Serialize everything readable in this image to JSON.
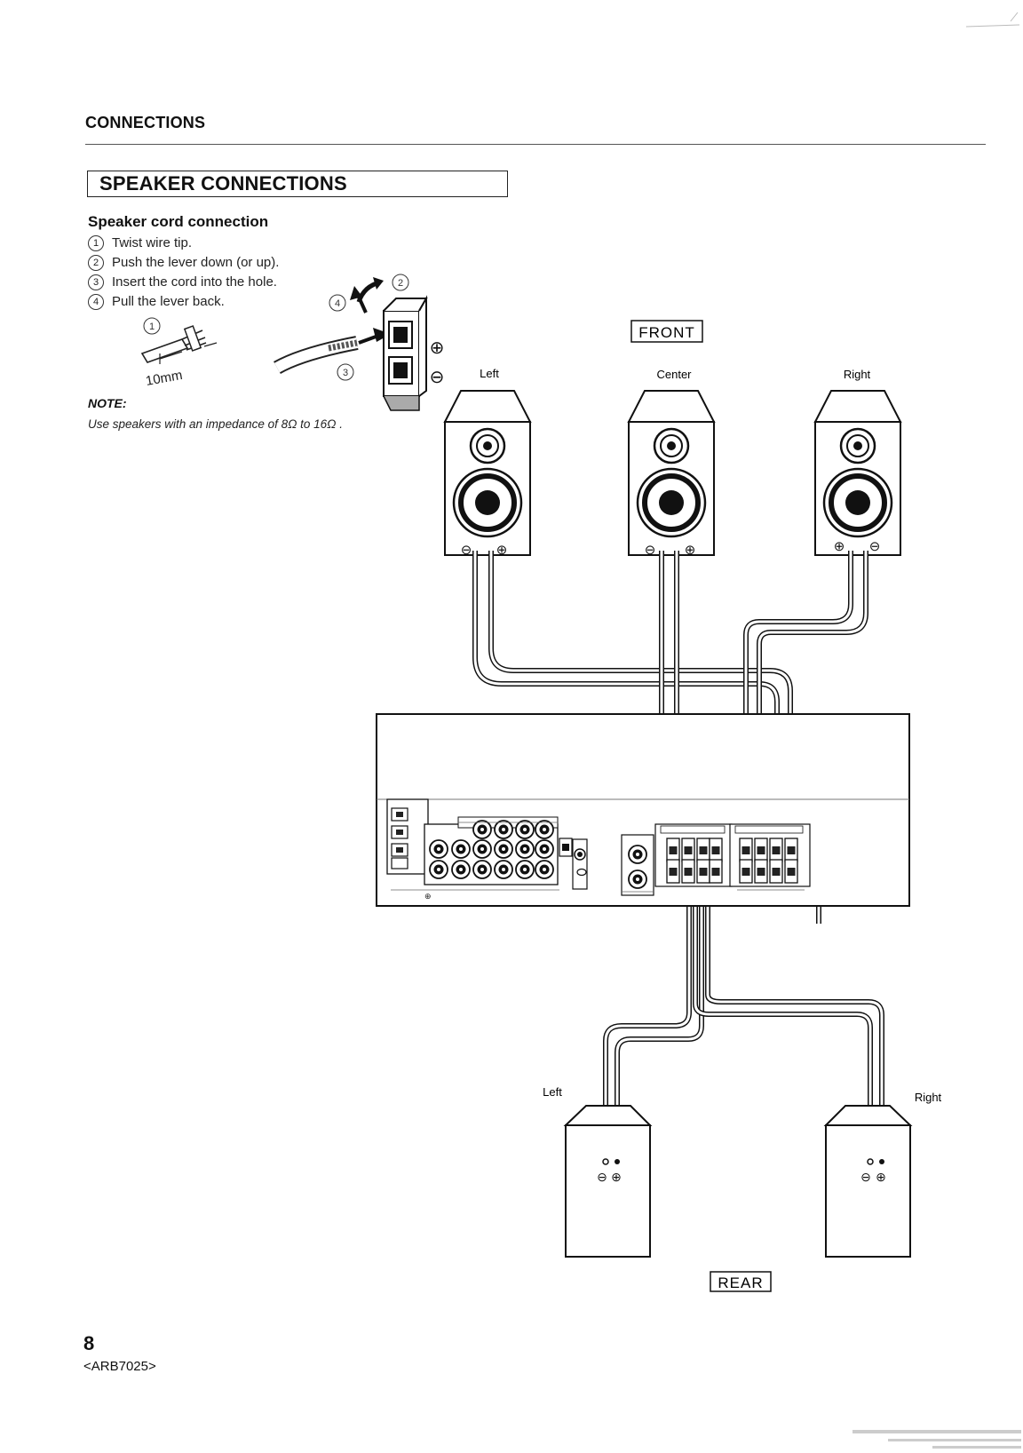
{
  "header": {
    "section": "CONNECTIONS"
  },
  "title": "SPEAKER CONNECTIONS",
  "cord_connection": {
    "heading": "Speaker cord connection",
    "steps": [
      {
        "num": "1",
        "text": "Twist wire tip."
      },
      {
        "num": "2",
        "text": "Push the lever down (or up)."
      },
      {
        "num": "3",
        "text": "Insert the cord into the hole."
      },
      {
        "num": "4",
        "text": "Pull the lever back."
      }
    ],
    "strip_length": "10mm",
    "terminal_plus": "⊕",
    "terminal_minus": "⊖"
  },
  "note": {
    "label": "NOTE:",
    "text": "Use speakers with an impedance of 8Ω to 16Ω ."
  },
  "front": {
    "label": "FRONT",
    "speakers": {
      "left": "Left",
      "center": "Center",
      "right": "Right"
    }
  },
  "rear": {
    "label": "REAR",
    "speakers": {
      "left": "Left",
      "right": "Right"
    }
  },
  "footer": {
    "page_number": "8",
    "doc_code": "<ARB7025>"
  }
}
